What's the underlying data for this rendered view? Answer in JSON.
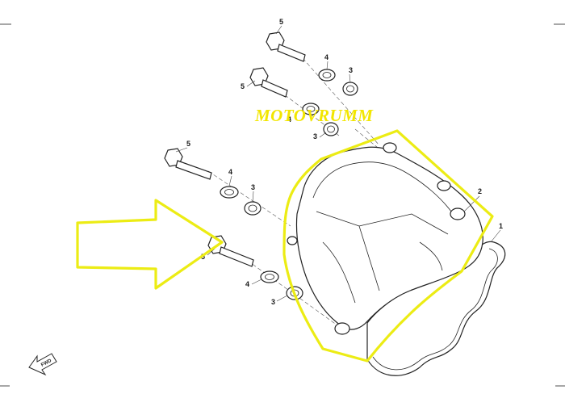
{
  "watermark": "MOTOVRUMM",
  "fwd_label": "FWD",
  "callouts": [
    "5",
    "4",
    "3",
    "5",
    "4",
    "3",
    "5",
    "4",
    "3",
    "5",
    "4",
    "3",
    "2",
    "1"
  ],
  "colors": {
    "highlight": "#ecec14",
    "line": "#222222",
    "background": "#ffffff"
  }
}
